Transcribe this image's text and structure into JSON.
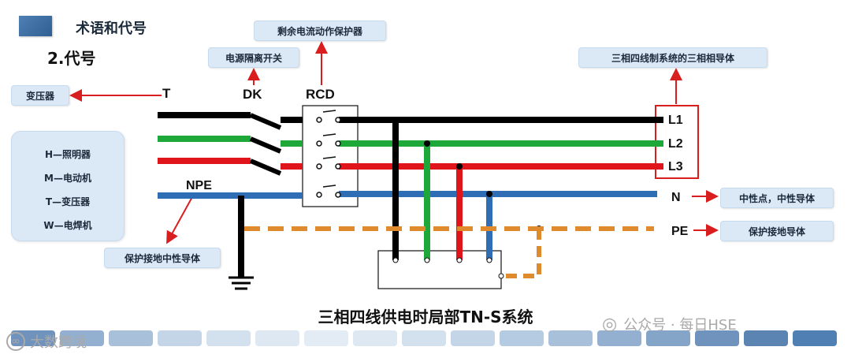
{
  "header": {
    "title": "术语和代号",
    "section": "2.代号"
  },
  "labels": {
    "rcd_top": "剩余电流动作保护器",
    "dk_top": "电源隔离开关",
    "transformer": "变压器",
    "three_phase": "三相四线制系统的三相相导体",
    "neutral": "中性点，中性导体",
    "pe": "保护接地导体",
    "npe_bottom": "保护接地中性导体"
  },
  "legend": [
    "H—照明器",
    "M—电动机",
    "T—变压器",
    "W—电焊机"
  ],
  "diagram": {
    "T": "T",
    "DK": "DK",
    "RCD": "RCD",
    "NPE": "NPE",
    "L1": "L1",
    "L2": "L2",
    "L3": "L3",
    "N": "N",
    "PE": "PE",
    "colors": {
      "L1": "#000000",
      "L2": "#1fa83a",
      "L3": "#e0151b",
      "N": "#2f6db5",
      "PE": "#e08a2e",
      "arrow": "#d81e1e"
    }
  },
  "caption": "三相四线供电时局部TN-S系统",
  "watermark": {
    "left": "大数跨境",
    "right": "公众号 · 每日HSE"
  }
}
